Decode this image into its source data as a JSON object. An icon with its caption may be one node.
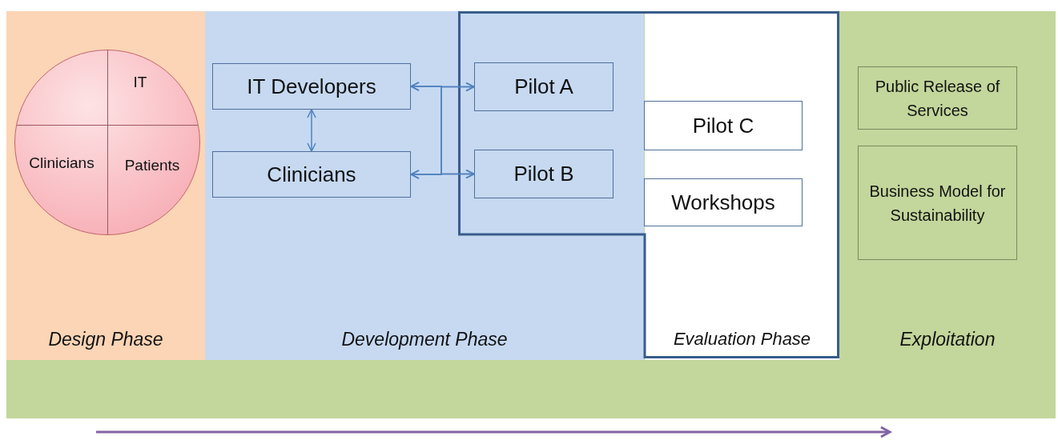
{
  "diagram": {
    "nodes": [
      {
        "text": [
          "Design Phase"
        ]
      },
      {
        "text": [],
        "shape": "circle",
        "in": 0
      },
      {
        "text": [],
        "shape": "box",
        "in": 1
      },
      {
        "text": [
          "IT"
        ],
        "in": 1
      },
      {
        "text": [
          "Clinicians"
        ],
        "in": 1
      },
      {
        "text": [
          "Patients"
        ],
        "in": 1
      },
      {
        "text": [
          "Development Phase"
        ]
      },
      {
        "text": [
          "IT Developers"
        ],
        "in": 6
      },
      {
        "text": [
          "Clinicians"
        ],
        "in": 6
      },
      {
        "text": [
          "Evaluation Phase"
        ]
      },
      {
        "text": [
          "Pilot A"
        ]
      },
      {
        "text": [
          "Pilot B"
        ]
      },
      {
        "text": [
          "Pilot C"
        ],
        "in": 9
      },
      {
        "text": [
          "Workshops"
        ],
        "in": 9
      },
      {
        "text": [
          "Exploitation"
        ]
      },
      {
        "text": [
          "Public Release of Services"
        ],
        "in": 14
      },
      {
        "text": [
          "Business Model for Sustainability"
        ],
        "in": 14
      }
    ],
    "edges": [
      {
        "from": 7,
        "to": 8,
        "arrow": "both"
      },
      {
        "from": 7,
        "to": 10,
        "arrow": "both"
      },
      {
        "from": 7,
        "to": 11,
        "arrow": "both"
      },
      {
        "from": 8,
        "to": 10,
        "arrow": "both"
      },
      {
        "from": 8,
        "to": 11,
        "arrow": "both"
      }
    ]
  }
}
